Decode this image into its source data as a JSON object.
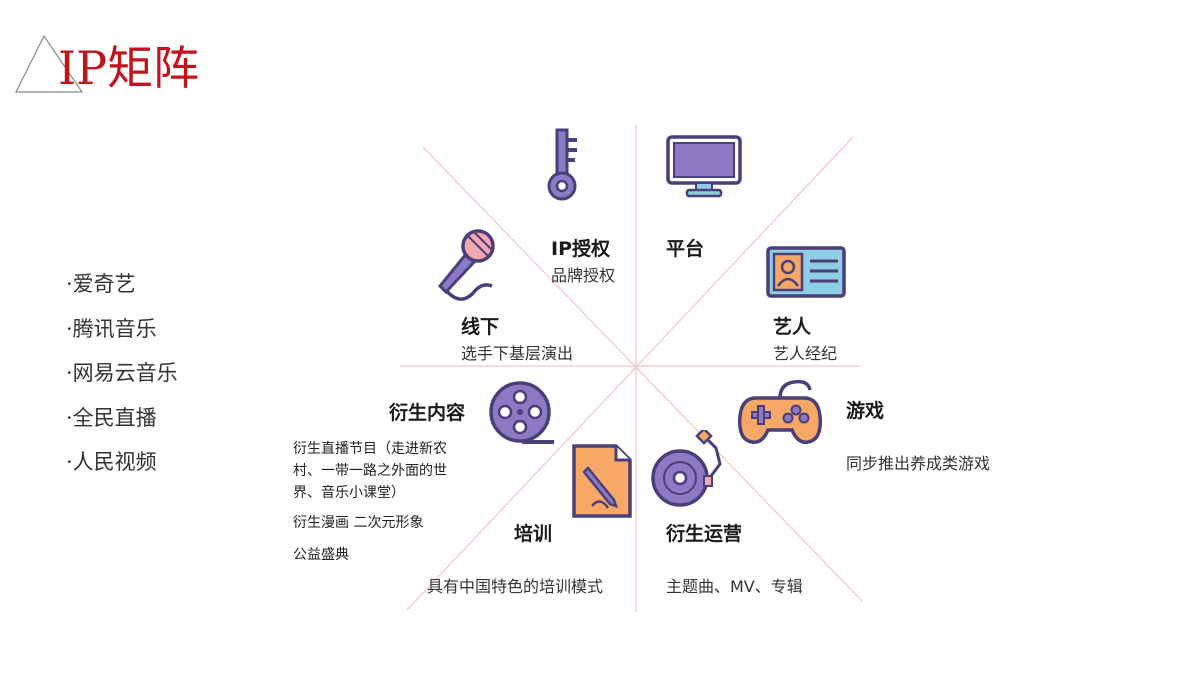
{
  "title": "IP矩阵",
  "platforms": [
    "·爱奇艺",
    "·腾讯音乐",
    "·网易云音乐",
    "·全民直播",
    "·人民视频"
  ],
  "sectors": {
    "ip_license": {
      "head": "IP授权",
      "desc": "品牌授权",
      "icon": "key-icon"
    },
    "platform": {
      "head": "平台",
      "icon": "monitor-icon"
    },
    "artist": {
      "head": "艺人",
      "desc": "艺人经纪",
      "icon": "id-card-icon"
    },
    "offline": {
      "head": "线下",
      "desc": "选手下基层演出",
      "icon": "microphone-icon"
    },
    "game": {
      "head": "游戏",
      "desc": "同步推出养成类游戏",
      "icon": "gamepad-icon"
    },
    "derivative_content": {
      "head": "衍生内容",
      "desc_lines": [
        "衍生直播节目（走进新农",
        "村、一带一路之外面的世",
        "界、音乐小课堂）"
      ],
      "desc2": "衍生漫画 二次元形象",
      "desc3": "公益盛典",
      "icon": "film-reel-icon"
    },
    "training": {
      "head": "培训",
      "desc": "具有中国特色的培训模式",
      "icon": "document-pen-icon"
    },
    "derivative_ops": {
      "head": "衍生运营",
      "desc": "主题曲、MV、专辑",
      "icon": "turntable-icon"
    }
  },
  "colors": {
    "title": "#c0141c",
    "icon_stroke": "#4b3f7a",
    "icon_fill_purple": "#8a7bc4",
    "icon_fill_orange": "#f7a866",
    "icon_fill_pink": "#f3a8b0",
    "axis_line": "#f0c8c8"
  }
}
